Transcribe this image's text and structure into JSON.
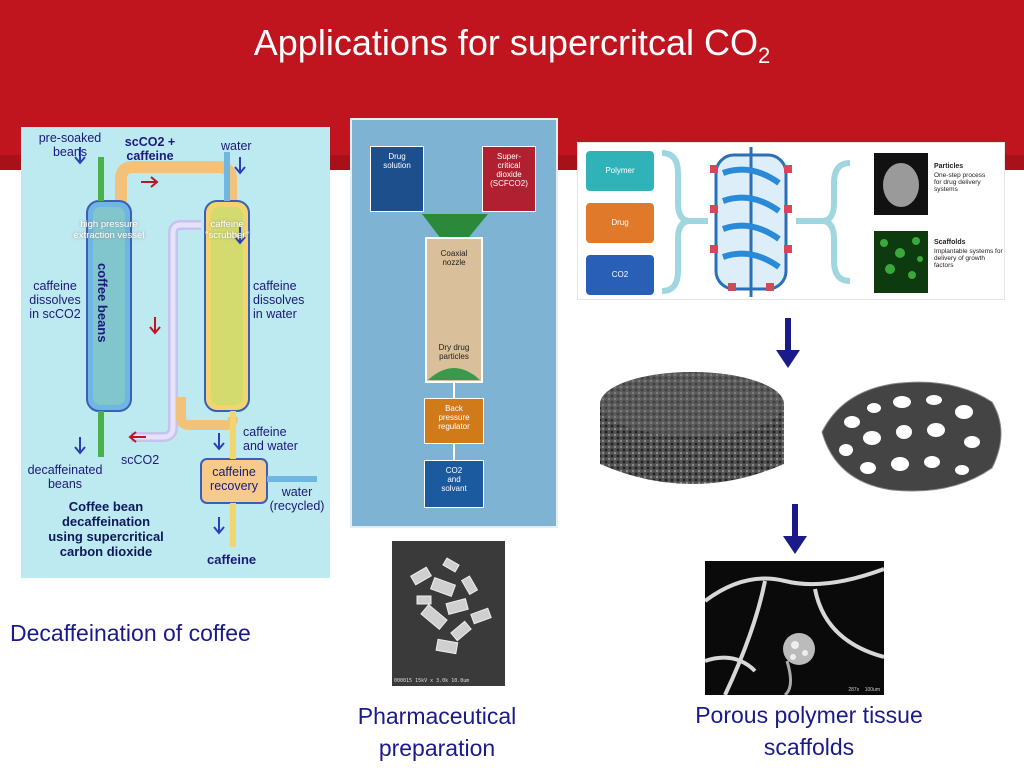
{
  "slide": {
    "title_main": "Applications for supercritcal CO",
    "title_sub": "2"
  },
  "coffee_diagram": {
    "pre_soaked": "pre-soaked\nbeans",
    "sc_top": "scCO2 +\ncaffeine",
    "water_top": "water",
    "vessel_label": "high pressure\nextraction vessel",
    "scrubber_label": "caffeine\n\"scrubber\"",
    "coffee_beans": "coffee beans",
    "dissolve_left": "caffeine\ndissolves\nin scCO2",
    "dissolve_right": "caffeine\ndissolves\nin water",
    "caffeine_water": "caffeine\nand water",
    "decaf": "decaffeinated\nbeans",
    "sc_bottom": "scCO2",
    "recovery": "caffeine\nrecovery",
    "water_recycled": "water\n(recycled)",
    "caffeine_bottom": "caffeine",
    "title": "Coffee bean\ndecaffeination\nusing supercritical\ncarbon dioxide"
  },
  "pharma_diagram": {
    "drug_solution": "Drug\nsolution",
    "scfco2": "Super-\ncritical\ndioxide\n(SCFCO2)",
    "coaxial": "Coaxial\nnozzle",
    "dry_drug": "Dry drug\nparticles",
    "back_pressure": "Back\npressure\nregulator",
    "co2_solvant": "CO2\nand\nsolvant",
    "micro_caption": "000015 15kV x 3.0k 10.0um"
  },
  "scaffold_diagram": {
    "polymer": "Polymer",
    "drug": "Drug",
    "co2": "CO2",
    "particles_title": "Particles",
    "particles_desc": "One-step process\nfor drug delivery systems",
    "scaffolds_title": "Scaffolds",
    "scaffolds_desc": "Implantable systems for\ndelivery of growth factors",
    "sem_caption": "287x    100um"
  },
  "captions": {
    "coffee": "Decaffeination of coffee",
    "pharma": "Pharmaceutical\npreparation",
    "scaffold": "Porous polymer tissue\nscaffolds"
  },
  "colors": {
    "banner": "#c0141f",
    "caption_text": "#1a1a8a",
    "coffee_bg": "#bde9f0",
    "pharma_bg": "#7fb3d4"
  }
}
